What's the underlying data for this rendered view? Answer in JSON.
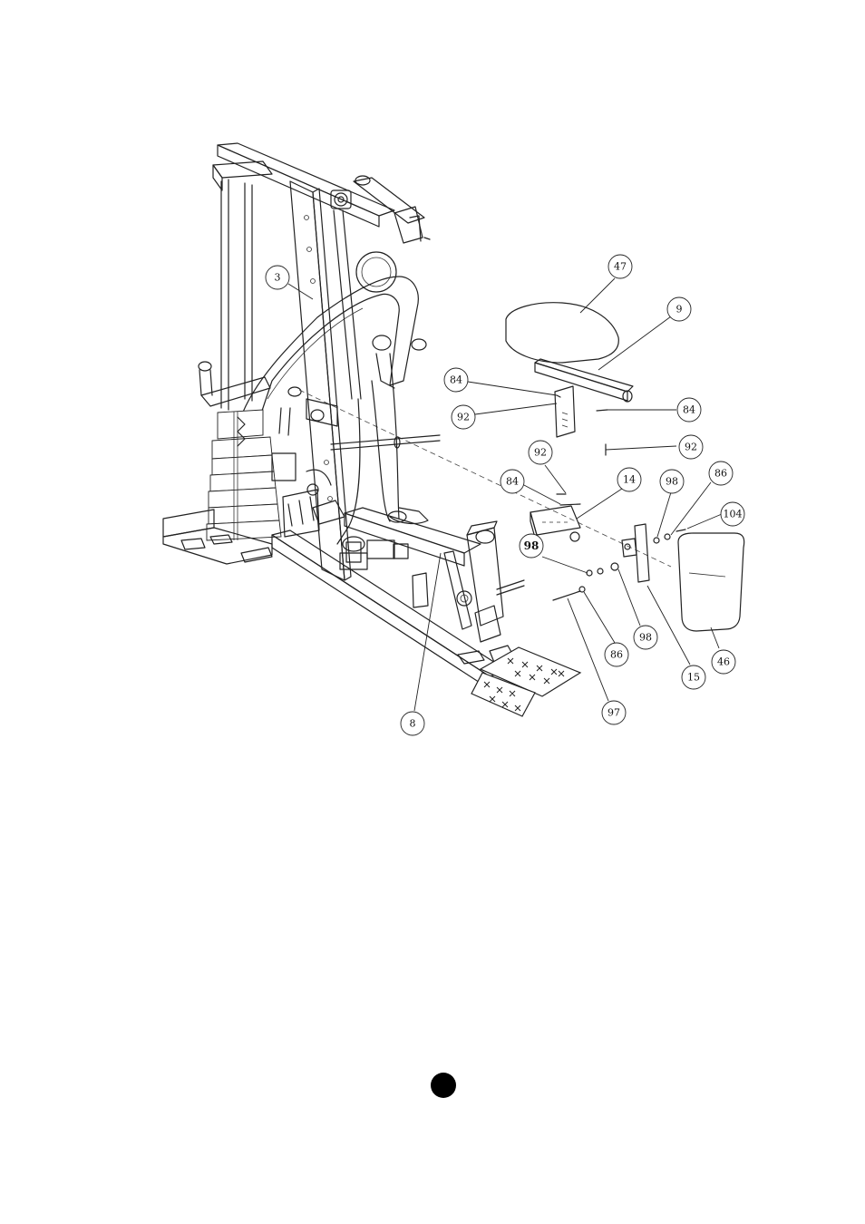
{
  "diagram": {
    "callouts": [
      {
        "id": "c-3",
        "label": "3"
      },
      {
        "id": "c-47",
        "label": "47"
      },
      {
        "id": "c-9",
        "label": "9"
      },
      {
        "id": "c-84a",
        "label": "84"
      },
      {
        "id": "c-92a",
        "label": "92"
      },
      {
        "id": "c-84b",
        "label": "84"
      },
      {
        "id": "c-92b",
        "label": "92"
      },
      {
        "id": "c-92c",
        "label": "92"
      },
      {
        "id": "c-84c",
        "label": "84"
      },
      {
        "id": "c-14",
        "label": "14"
      },
      {
        "id": "c-98a",
        "label": "98"
      },
      {
        "id": "c-86a",
        "label": "86"
      },
      {
        "id": "c-104",
        "label": "104"
      },
      {
        "id": "c-98b",
        "label": "98"
      },
      {
        "id": "c-98c",
        "label": "98"
      },
      {
        "id": "c-86b",
        "label": "86"
      },
      {
        "id": "c-97",
        "label": "97"
      },
      {
        "id": "c-15",
        "label": "15"
      },
      {
        "id": "c-46",
        "label": "46"
      },
      {
        "id": "c-8",
        "label": "8"
      }
    ]
  }
}
